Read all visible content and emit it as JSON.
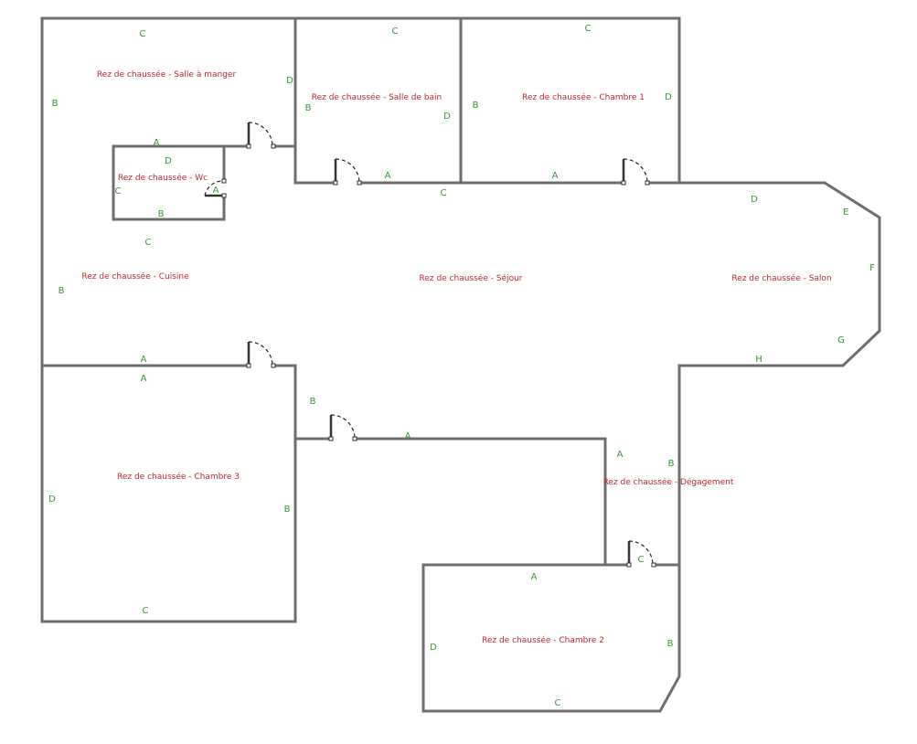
{
  "rooms": {
    "salle_a_manger": "Rez de chaussée - Salle à manger",
    "salle_de_bain": "Rez de chaussée - Salle de bain",
    "chambre1": "Rez de chaussée - Chambre 1",
    "wc": "Rez de chaussée - Wc",
    "cuisine": "Rez de chaussée - Cuisine",
    "sejour": "Rez de chaussée - Séjour",
    "salon": "Rez de chaussée - Salon",
    "chambre3": "Rez de chaussée - Chambre 3",
    "degagement": "Rez de chaussée - Dégagement",
    "chambre2": "Rez de chaussée - Chambre 2"
  },
  "sides": {
    "A": "A",
    "B": "B",
    "C": "C",
    "D": "D",
    "E": "E",
    "F": "F",
    "G": "G",
    "H": "H"
  },
  "colors": {
    "wall": "#6e6e6e",
    "room_label": "#c0282c",
    "side_label": "#2e9a2e"
  }
}
